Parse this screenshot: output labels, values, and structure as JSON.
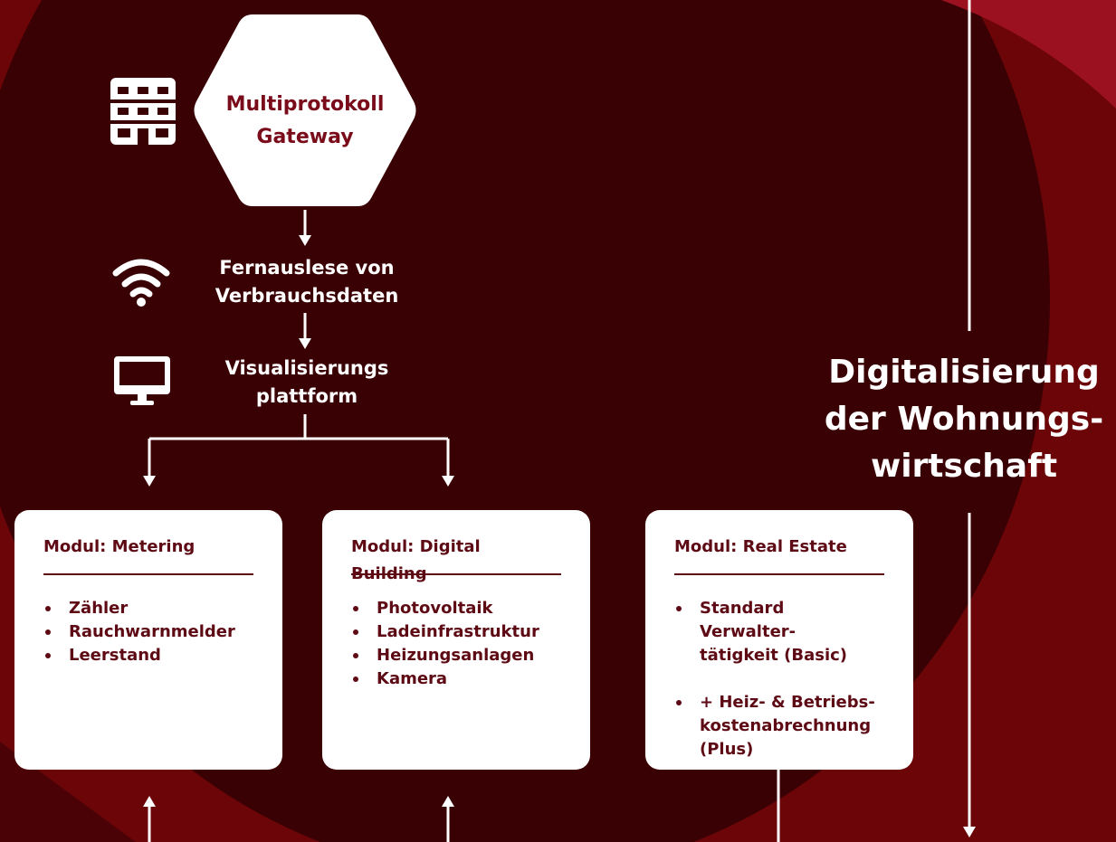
{
  "colors": {
    "background_dark": "#3a0104",
    "background_red": "#6b0508",
    "accent_red": "#9c1120",
    "text_dark": "#5e0a14",
    "white": "#ffffff"
  },
  "gateway": {
    "line1": "Multiprotokoll",
    "line2": "Gateway",
    "icon": "building-icon"
  },
  "steps": [
    {
      "line1": "Fernauslese von",
      "line2": "Verbrauchsdaten",
      "icon": "wifi-icon"
    },
    {
      "line1": "Visualisierungs",
      "line2": "plattform",
      "icon": "monitor-icon"
    }
  ],
  "headline": {
    "line1": "Digitalisierung",
    "line2": "der Wohnungs-",
    "line3": "wirtschaft"
  },
  "modules": [
    {
      "title": "Modul: Metering",
      "items": [
        "Zähler",
        "Rauchwarnmelder",
        "Leerstand"
      ]
    },
    {
      "title": "Modul: Digital Building",
      "items": [
        "Photovoltaik",
        "Ladeinfrastruktur",
        "Heizungsanlagen",
        "Kamera"
      ]
    },
    {
      "title": "Modul: Real Estate",
      "items": [
        {
          "line1": "Standard Verwalter-",
          "line2": "tätigkeit (Basic)"
        },
        {
          "line1": "+ Heiz- & Betriebs-",
          "line2": "kostenabrechnung",
          "line3": "(Plus)"
        }
      ]
    }
  ]
}
